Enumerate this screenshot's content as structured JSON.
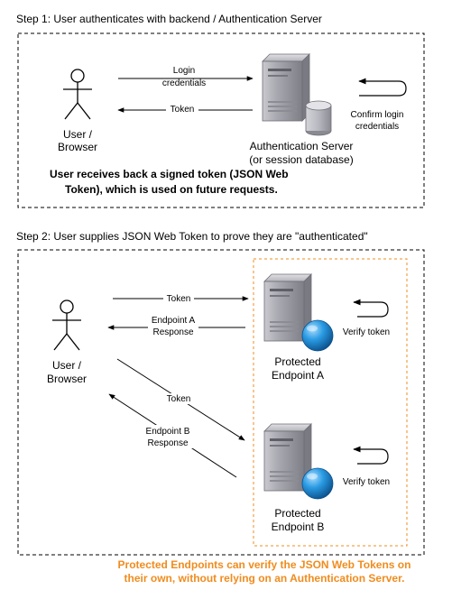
{
  "step1": {
    "title": "Step 1: User authenticates with backend / Authentication Server",
    "user_label_line1": "User /",
    "user_label_line2": "Browser",
    "login_label_line1": "Login",
    "login_label_line2": "credentials",
    "token_label": "Token",
    "server_label_line1": "Authentication Server",
    "server_label_line2": "(or session database)",
    "confirm_label_line1": "Confirm login",
    "confirm_label_line2": "credentials",
    "note_line1": "User receives back a signed token (JSON Web",
    "note_line2": "Token), which is used on future requests."
  },
  "step2": {
    "title": "Step 2: User supplies JSON Web Token to prove they are \"authenticated\"",
    "user_label_line1": "User /",
    "user_label_line2": "Browser",
    "token_a_label": "Token",
    "response_a_line1": "Endpoint A",
    "response_a_line2": "Response",
    "token_b_label": "Token",
    "response_b_line1": "Endpoint B",
    "response_b_line2": "Response",
    "endpoint_a_line1": "Protected",
    "endpoint_a_line2": "Endpoint A",
    "endpoint_b_line1": "Protected",
    "endpoint_b_line2": "Endpoint B",
    "verify_a": "Verify token",
    "verify_b": "Verify token"
  },
  "footer": {
    "line1": "Protected Endpoints can verify the JSON Web Tokens on",
    "line2": "their own, without relying on an Authentication Server."
  },
  "colors": {
    "orange": "#f08c1e",
    "server_body": "#9a9aa3",
    "globe": "#1f8fd6"
  },
  "icons": {
    "user": "stick-figure-icon",
    "server": "server-icon",
    "database": "database-icon",
    "globe": "globe-icon",
    "loop_arrow": "loop-arrow-icon"
  }
}
